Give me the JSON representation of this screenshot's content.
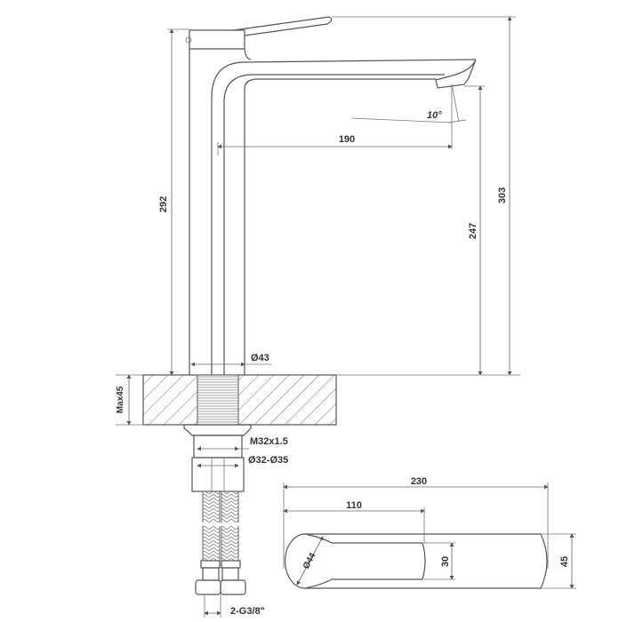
{
  "drawing": {
    "side_view": {
      "total_height": "292",
      "overall_height": "303",
      "spout_height": "247",
      "spout_reach": "190",
      "spout_angle": "10°",
      "body_diameter": "Ø43",
      "max_deck_thickness": "Max45",
      "thread": "M32x1.5",
      "hole_diameter": "Ø32-Ø35",
      "hose_connection": "2-G3/8\""
    },
    "top_view": {
      "total_length": "230",
      "lever_length": "110",
      "base_diameter": "Ø44",
      "lever_width": "30",
      "body_width": "45"
    }
  }
}
